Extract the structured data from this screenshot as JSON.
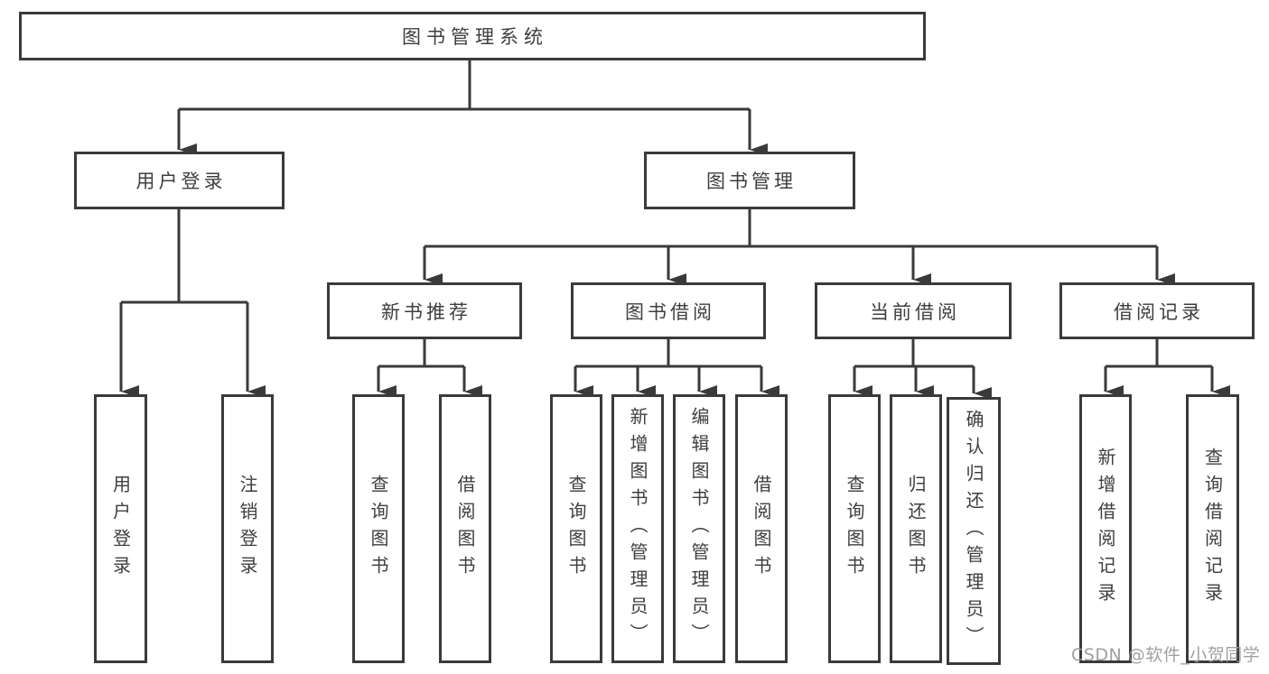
{
  "root": {
    "label": "图书管理系统"
  },
  "level2": [
    {
      "id": "user-login",
      "label": "用户登录"
    },
    {
      "id": "book-management",
      "label": "图书管理"
    }
  ],
  "level3": [
    {
      "id": "new-book-recommend",
      "label": "新书推荐"
    },
    {
      "id": "book-borrow",
      "label": "图书借阅"
    },
    {
      "id": "current-borrow",
      "label": "当前借阅"
    },
    {
      "id": "borrow-records",
      "label": "借阅记录"
    }
  ],
  "leaves": [
    {
      "id": "user-login-leaf",
      "label": "用户登录"
    },
    {
      "id": "logout-leaf",
      "label": "注销登录"
    },
    {
      "id": "nb-query-books",
      "label": "查询图书"
    },
    {
      "id": "nb-borrow-books",
      "label": "借阅图书"
    },
    {
      "id": "bw-query-books",
      "label": "查询图书"
    },
    {
      "id": "bw-add-books-admin",
      "label": "新增图书（管理员）"
    },
    {
      "id": "bw-edit-books-admin",
      "label": "编辑图书（管理员）"
    },
    {
      "id": "bw-borrow-books",
      "label": "借阅图书"
    },
    {
      "id": "cb-query-books",
      "label": "查询图书"
    },
    {
      "id": "cb-return-books",
      "label": "归还图书"
    },
    {
      "id": "cb-confirm-return-admin",
      "label": "确认归还（管理员）"
    },
    {
      "id": "rec-add-record",
      "label": "新增借阅记录"
    },
    {
      "id": "rec-query-record",
      "label": "查询借阅记录"
    }
  ],
  "watermark": "CSDN @软件_小贺同学",
  "colors": {
    "line": "#3a3a3a",
    "text": "#3e3e3e",
    "background": "#ffffff",
    "watermark": "#989898"
  }
}
